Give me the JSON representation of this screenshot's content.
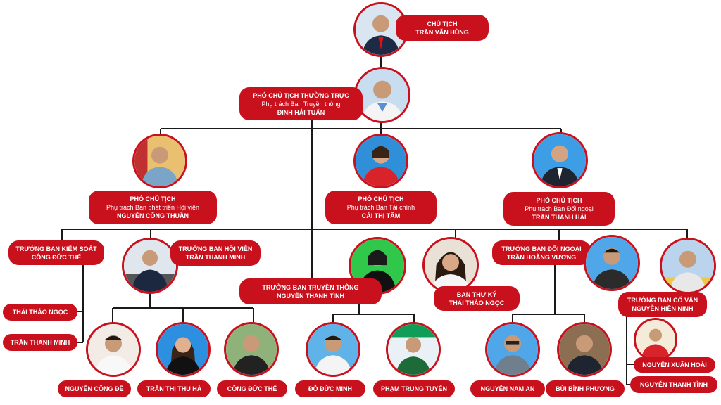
{
  "chairman": {
    "role": "CHỦ TỊCH",
    "name": "TRẦN VĂN HÙNG"
  },
  "standing_vice": {
    "role": "PHÓ CHỦ TỊCH  THƯỜNG TRỰC",
    "duty": "Phụ trách Ban Truyền thông",
    "name": "ĐINH HẢI TUẤN"
  },
  "vice_members": {
    "role": "PHÓ CHỦ TỊCH",
    "duty": "Phụ trách Ban phát triển Hội viên",
    "name": "NGUYỄN CÔNG THUẦN"
  },
  "vice_finance": {
    "role": "PHÓ CHỦ TỊCH",
    "duty": "Phụ trách Ban Tài chính",
    "name": "CÁI THỊ TÂM"
  },
  "vice_foreign": {
    "role": "PHÓ CHỦ TỊCH",
    "duty": "Phụ trách Ban Đối ngoại",
    "name": "TRẦN THANH HẢI"
  },
  "head_control": {
    "role": "TRƯỞNG BAN KIỂM SOÁT",
    "name": "CÔNG ĐỨC THẾ"
  },
  "head_members": {
    "role": "TRƯỞNG BAN HỘI VIÊN",
    "name": "TRẦN THANH MINH"
  },
  "head_media": {
    "role": "TRƯỞNG BAN TRUYỀN THÔNG",
    "name": "NGUYỄN THANH TÌNH"
  },
  "secretary": {
    "role": "BAN THƯ KÝ",
    "name": "THÁI THẢO NGỌC"
  },
  "head_foreign": {
    "role": "TRƯỞNG BAN ĐỐI NGOẠI",
    "name": "TRẦN HOÀNG VƯƠNG"
  },
  "head_advisory": {
    "role": "TRƯỞNG BAN CỐ VẤN",
    "name": "NGUYỄN HIỀN NINH"
  },
  "control_members": [
    "THÁI THẢO NGỌC",
    "TRẦN THANH MINH"
  ],
  "members_team": [
    "NGUYỄN CÔNG ĐỀ",
    "TRẦN THỊ THU HÀ",
    "CÔNG ĐỨC THẾ"
  ],
  "media_team": [
    "ĐỖ ĐỨC MINH",
    "PHẠM TRUNG TUYẾN"
  ],
  "foreign_team": [
    "NGUYỄN NAM AN",
    "BÙI BÌNH PHƯƠNG"
  ],
  "advisory_team": [
    "NGUYỄN XUÂN HOÀI",
    "NGUYỄN THANH TÌNH"
  ],
  "colors": {
    "accent": "#c8111d",
    "line": "#1a1a1a"
  }
}
